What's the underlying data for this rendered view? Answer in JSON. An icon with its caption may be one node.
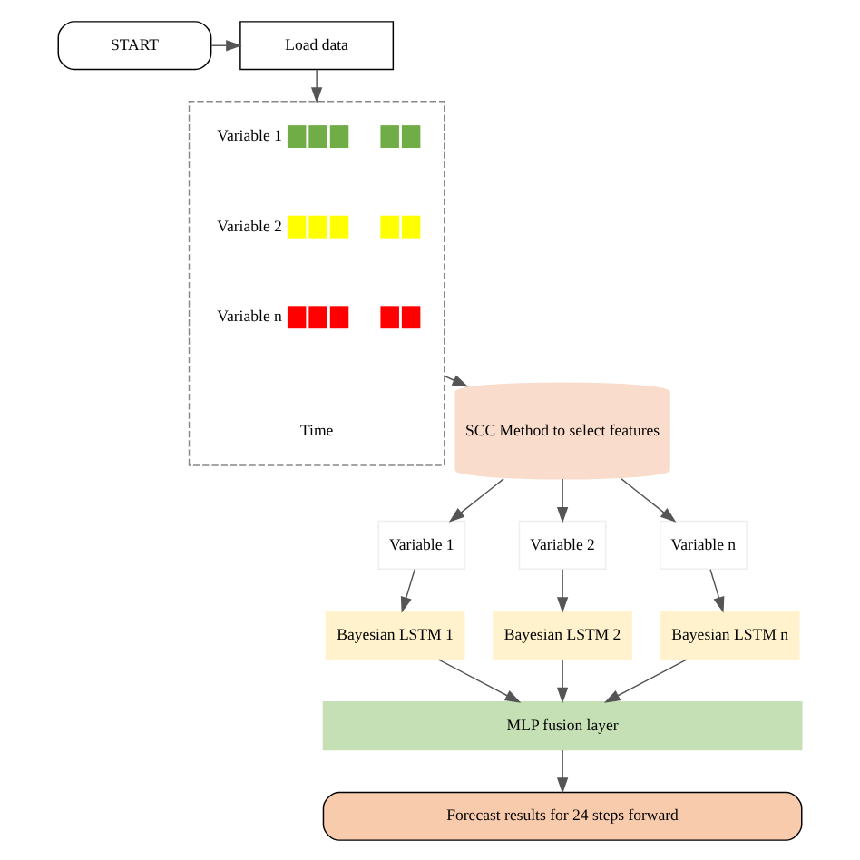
{
  "diagram": {
    "nodes": [
      {
        "text": [
          "START"
        ]
      },
      {
        "text": [
          "Load data"
        ]
      },
      {
        "text": [],
        "shape": "box"
      },
      {
        "text": [
          "Variable 1"
        ],
        "in": 2
      },
      {
        "text": [
          "Variable 2"
        ],
        "in": 2
      },
      {
        "text": [
          "Variable n"
        ],
        "in": 2
      },
      {
        "text": [
          "SCC Method to select features"
        ]
      },
      {
        "text": [
          "Variable 1"
        ]
      },
      {
        "text": [
          "Variable 2"
        ]
      },
      {
        "text": [
          "Variable n"
        ]
      },
      {
        "text": [
          "Bayesian LSTM 1"
        ]
      },
      {
        "text": [
          "Bayesian LSTM 2"
        ]
      },
      {
        "text": [
          "Bayesian LSTM n"
        ]
      },
      {
        "text": [
          "MLP fusion layer"
        ]
      },
      {
        "text": [
          "Forecast results for 24 steps forward"
        ]
      }
    ],
    "edges": [
      {
        "from": 0,
        "to": 1,
        "arrow": "to"
      },
      {
        "from": 1,
        "to": 2,
        "arrow": "to"
      },
      {
        "from": 2,
        "to": 6,
        "arrow": "to"
      },
      {
        "from": 6,
        "to": 7,
        "arrow": "to"
      },
      {
        "from": 6,
        "to": 8,
        "arrow": "to"
      },
      {
        "from": 6,
        "to": 9,
        "arrow": "to"
      },
      {
        "from": 7,
        "to": 10,
        "arrow": "to"
      },
      {
        "from": 8,
        "to": 11,
        "arrow": "to"
      },
      {
        "from": 9,
        "to": 12,
        "arrow": "to"
      },
      {
        "from": 10,
        "to": 13,
        "arrow": "to"
      },
      {
        "from": 11,
        "to": 13,
        "arrow": "to"
      },
      {
        "from": 12,
        "to": 13,
        "arrow": "to"
      },
      {
        "from": 13,
        "to": 14,
        "arrow": "to"
      }
    ],
    "labels": [
      "Time"
    ]
  }
}
